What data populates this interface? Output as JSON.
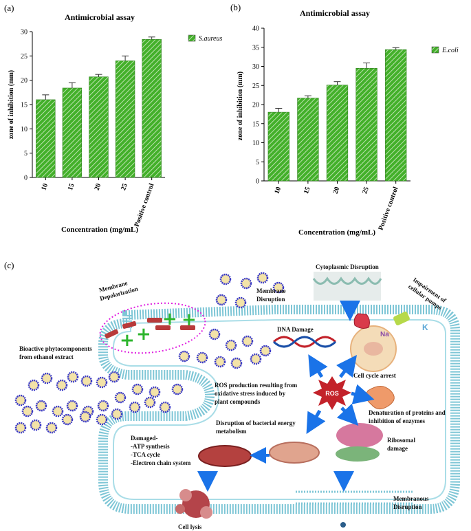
{
  "colors": {
    "bar_fill": "#43b02a",
    "bar_stripe": "#d8efcf",
    "ros_red": "#c3222a",
    "arrow_blue": "#1a73e8",
    "membrane_blue": "#7ec6d6",
    "depol_pink": "#e020e0",
    "plus_green": "#2cb52c",
    "minus_red": "#b83a3a"
  },
  "chart_data": [
    {
      "panel": "(a)",
      "type": "bar",
      "title": "Antimicrobial assay",
      "xlabel": "Concentration (mg/mL)",
      "ylabel": "zone of inhibition (mm)",
      "categories": [
        "10",
        "15",
        "20",
        "25",
        "Positive control"
      ],
      "series": [
        {
          "name": "S.aureus",
          "values": [
            16.0,
            18.4,
            20.7,
            24.0,
            28.4
          ],
          "errors": [
            1.0,
            1.1,
            0.5,
            1.0,
            0.5
          ]
        }
      ],
      "yticks": [
        "0",
        "5",
        "10",
        "15",
        "20",
        "25",
        "30"
      ],
      "ylim": [
        0,
        30
      ],
      "legend": "top-right",
      "grid": false
    },
    {
      "panel": "(b)",
      "type": "bar",
      "title": "Antimicrobial assay",
      "xlabel": "Concentration (mg/mL)",
      "ylabel": "zone of inhibition (mm)",
      "categories": [
        "10",
        "15",
        "20",
        "25",
        "Positive control"
      ],
      "series": [
        {
          "name": "E.coli",
          "values": [
            18.0,
            21.7,
            25.1,
            29.5,
            34.4
          ],
          "errors": [
            1.0,
            0.6,
            0.9,
            1.4,
            0.5
          ]
        }
      ],
      "yticks": [
        "0",
        "5",
        "10",
        "15",
        "20",
        "25",
        "30",
        "35",
        "40"
      ],
      "ylim": [
        0,
        40
      ],
      "legend": "top-right",
      "grid": false
    }
  ],
  "diagram": {
    "panel": "(c)",
    "labels": {
      "membrane_depolarization": [
        "Membrane",
        "Depolarization"
      ],
      "membrane_disruption": [
        "Membrane",
        "Disruption"
      ],
      "cytoplasmic_disruption": "Cytoplasmic Disruption",
      "impairment": [
        "Impairment of",
        "cellular pumps"
      ],
      "k_ion": "K",
      "na_ion": "Na",
      "dna_damage": "DNA Damage",
      "bioactive": [
        "Bioactive phytocomponents",
        "from ethanol extract"
      ],
      "cell_cycle_arrest": "Cell cycle arrest",
      "ros": "ROS",
      "ros_production": [
        "ROS production resulting from",
        "oxidative stress induced by",
        "plant compounds"
      ],
      "denaturation": [
        "Denaturation of proteins and",
        "inhibition of enzymes"
      ],
      "energy": [
        "Disruption of bacterial energy",
        "metabolism"
      ],
      "ribosomal": [
        "Ribosomal",
        "damage"
      ],
      "damaged": [
        "Damaged-",
        "-ATP synthesis",
        "-TCA cycle",
        "-Electron chain system"
      ],
      "membranous_disruption": [
        "Membranous",
        "Disruption"
      ],
      "cell_lysis": "Cell lysis"
    }
  }
}
